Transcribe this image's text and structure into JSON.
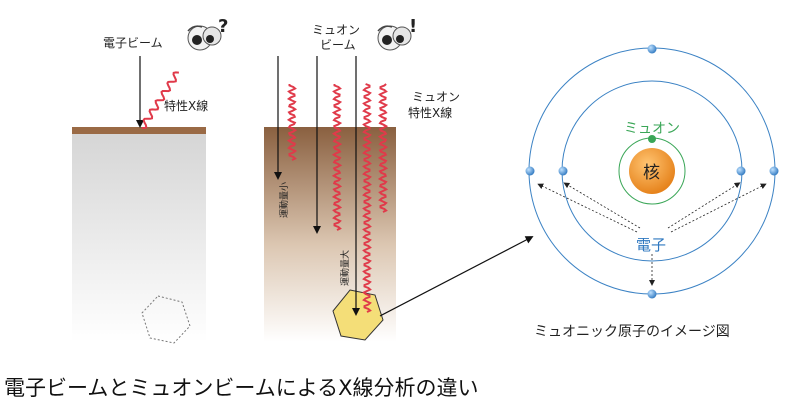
{
  "left_panel": {
    "beam_label": "電子ビーム",
    "xray_label": "特性X線",
    "bubble_mark": "?"
  },
  "middle_panel": {
    "beam_label_line1": "ミュオン",
    "beam_label_line2": "ビーム",
    "xray_label_line1": "ミュオン",
    "xray_label_line2": "特性X線",
    "momentum_small": "運動量小",
    "momentum_large": "運動量大",
    "bubble_mark": "!"
  },
  "atom": {
    "muon_label": "ミュオン",
    "nucleus_label": "核",
    "electron_label": "電子",
    "caption": "ミュオニック原子のイメージ図"
  },
  "caption": "電子ビームとミュオンビームによるX線分析の違い",
  "colors": {
    "wave": "#e03a4a",
    "orbit": "#3b82c4",
    "muon_orbit": "#3aa657",
    "nucleus": "#f0962a",
    "surface": "#9a6a45",
    "hexagon": "#f4de78"
  }
}
